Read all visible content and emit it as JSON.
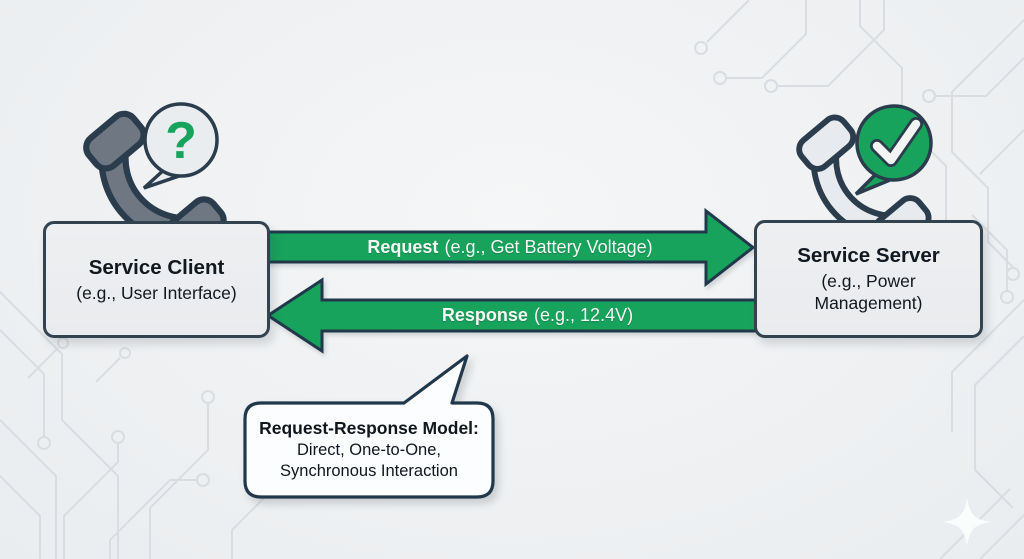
{
  "client_box": {
    "title": "Service Client",
    "subtitle": "(e.g., User Interface)"
  },
  "server_box": {
    "title": "Service Server",
    "subtitle": "(e.g., Power Management)"
  },
  "request_arrow": {
    "label_bold": "Request",
    "label_rest": "(e.g., Get Battery Voltage)"
  },
  "response_arrow": {
    "label_bold": "Response",
    "label_rest": "(e.g., 12.4V)"
  },
  "note_bubble": {
    "title": "Request-Response Model:",
    "line2": "Direct, One-to-One,",
    "line3": "Synchronous Interaction"
  },
  "icons": {
    "question_glyph": "?"
  },
  "colors": {
    "green": "#18a35d",
    "outline": "#2b3c4c",
    "box_fill": "#e9ebee",
    "box_border": "#32424f",
    "bg": "#eef0f2",
    "trace": "#d9dde1",
    "text_dark": "#12181f",
    "arrow_text": "#f4f8f5",
    "note_fill": "#fcfdfe",
    "handset_client": "#6f7882",
    "handset_server": "#e7eaee",
    "bubble_gray": "#e9edf0"
  }
}
